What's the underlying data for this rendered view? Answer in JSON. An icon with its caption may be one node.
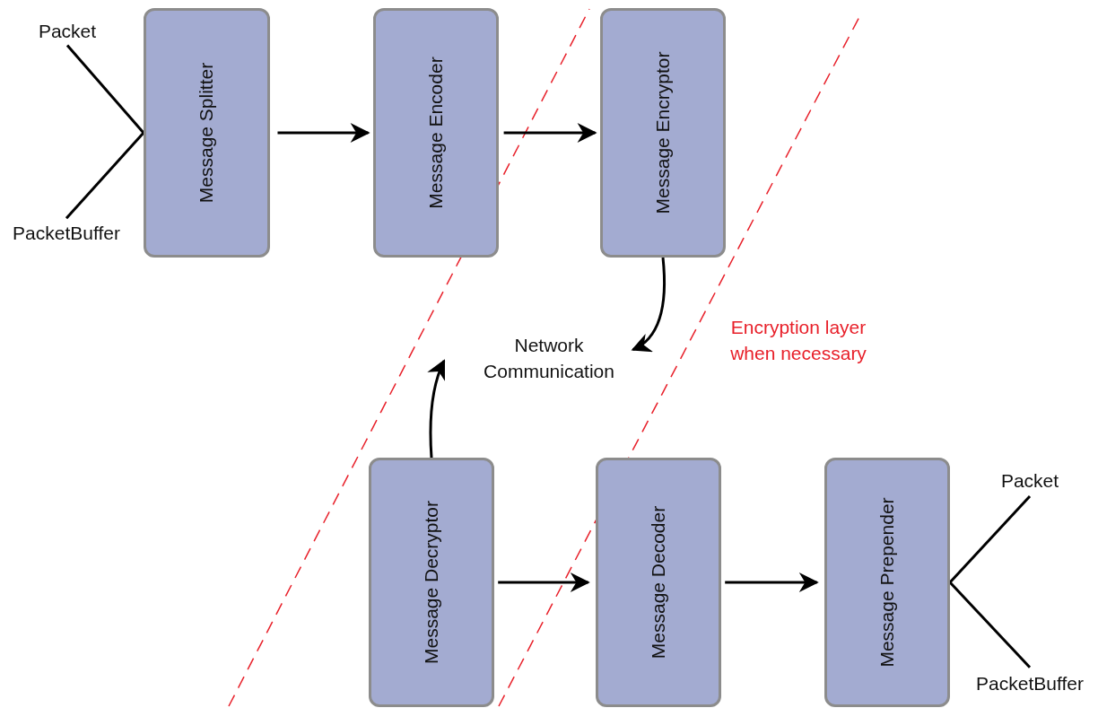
{
  "diagram": {
    "nodes": [
      {
        "text": [
          "Packet"
        ]
      },
      {
        "text": [
          "PacketBuffer"
        ]
      },
      {
        "text": [
          "Message Splitter"
        ]
      },
      {
        "text": [
          "Message Encoder"
        ]
      },
      {
        "text": [
          "Message Encryptor"
        ]
      },
      {
        "text": [
          "Network Communication"
        ]
      },
      {
        "text": [
          "Message Decryptor"
        ]
      },
      {
        "text": [
          "Message Decoder"
        ]
      },
      {
        "text": [
          "Message Prepender"
        ]
      },
      {
        "text": [
          "Packet"
        ]
      },
      {
        "text": [
          "PacketBuffer"
        ]
      }
    ],
    "edges": [
      {
        "from": 0,
        "to": 2,
        "arrow": "none"
      },
      {
        "from": 1,
        "to": 2,
        "arrow": "none"
      },
      {
        "from": 2,
        "to": 3,
        "arrow": "to"
      },
      {
        "from": 3,
        "to": 4,
        "arrow": "to"
      },
      {
        "from": 4,
        "to": 5,
        "arrow": "to"
      },
      {
        "from": 6,
        "to": 5,
        "arrow": "to"
      },
      {
        "from": 6,
        "to": 7,
        "arrow": "to"
      },
      {
        "from": 7,
        "to": 8,
        "arrow": "to"
      },
      {
        "from": 8,
        "to": 9,
        "arrow": "none"
      },
      {
        "from": 8,
        "to": 10,
        "arrow": "none"
      }
    ],
    "labels": [
      "Encryption layer when necessary"
    ]
  }
}
